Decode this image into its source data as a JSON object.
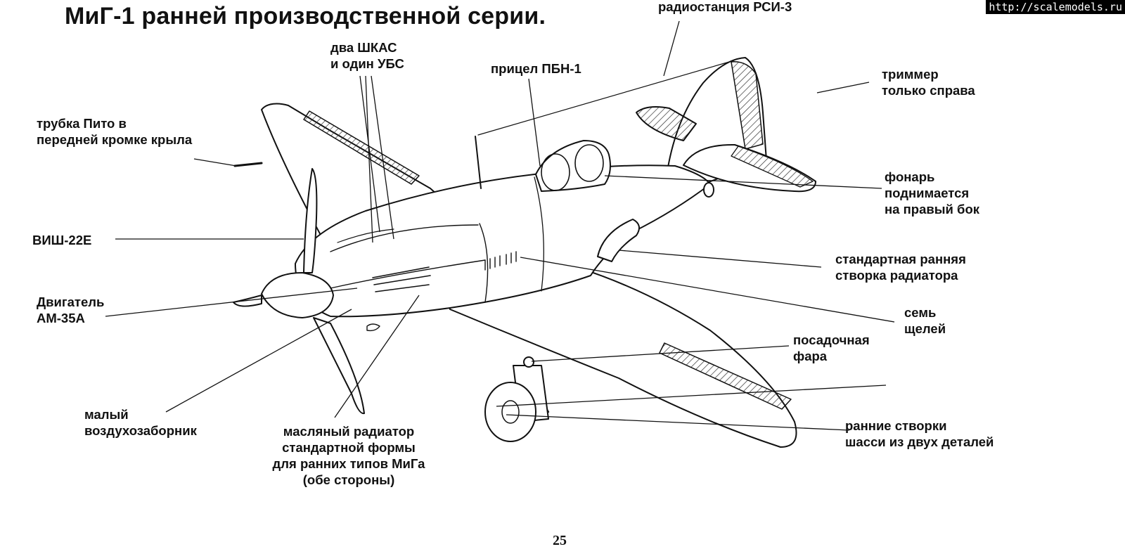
{
  "title": "МиГ-1 ранней производственной серии.",
  "watermark": "http://scalemodels.ru",
  "page_number": "25",
  "labels": {
    "radio": "радиостанция РСИ-3",
    "guns": [
      "два ШКАС",
      "и один УБС"
    ],
    "sight": "прицел ПБН-1",
    "trimmer": [
      "триммер",
      "только справа"
    ],
    "pitot": [
      "трубка Пито в",
      "передней кромке крыла"
    ],
    "canopy": [
      "фонарь",
      "поднимается",
      "на правый бок"
    ],
    "prop": "ВИШ-22Е",
    "radiator_flap": [
      "стандартная ранняя",
      "створка радиатора"
    ],
    "engine": [
      "Двигатель",
      "АМ-35А"
    ],
    "slots": [
      "семь",
      "щелей"
    ],
    "landing_light": [
      "посадочная",
      "фара"
    ],
    "air_intake": [
      "малый",
      "воздухозаборник"
    ],
    "oil_radiator": [
      "масляный радиатор",
      "стандартной формы",
      "для ранних типов МиГа",
      "(обе стороны)"
    ],
    "gear_doors": [
      "ранние створки",
      "шасси из двух деталей"
    ]
  },
  "colors": {
    "ink": "#111111",
    "paper": "#ffffff",
    "hatch": "#333333"
  }
}
